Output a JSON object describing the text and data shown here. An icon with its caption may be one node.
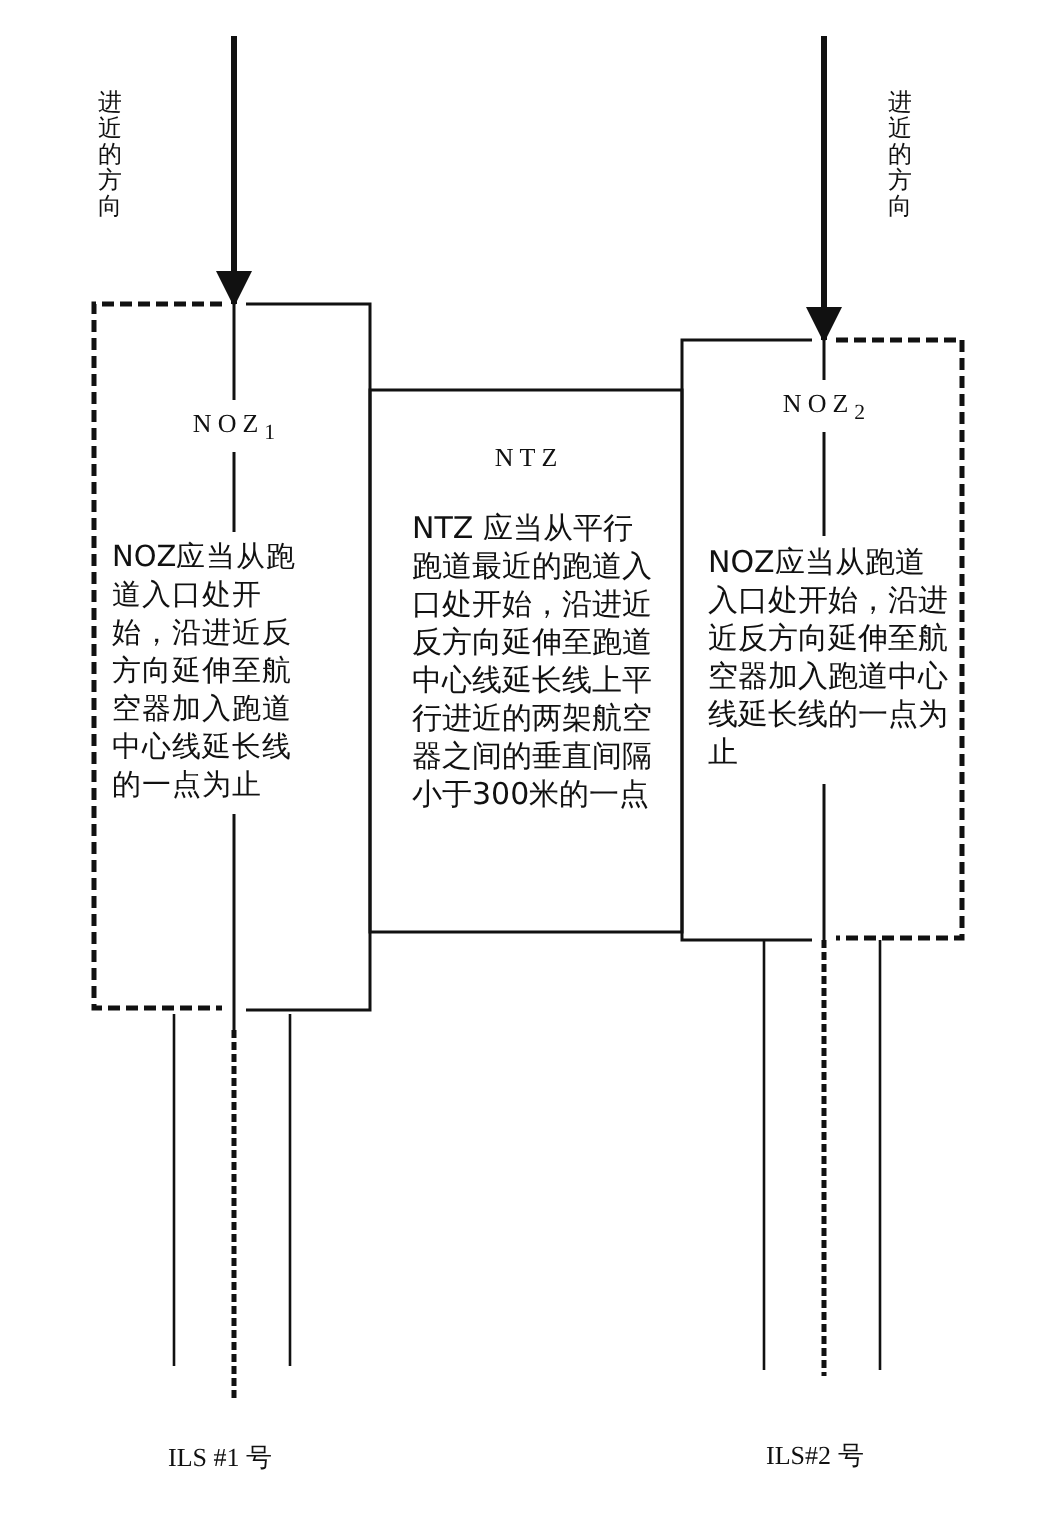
{
  "diagram": {
    "nodes": [
      {
        "text": [
          "NOZ$_{1}$",
          "NOZ应当从跑道入口处开始，沿进近反方向延伸至航空器加入跑道中心线延长线的一点为止"
        ]
      },
      {
        "text": [
          "NTZ",
          "NTZ 应当从平行跑道最近的跑道入口处开始，沿进近反方向延伸至跑道中心线延长线上平行进近的两架航空器之间的垂直间隔小于300米的一点"
        ]
      },
      {
        "text": [
          "NOZ$_{2}$",
          "NOZ应当从跑道入口处开始，沿进近反方向延伸至航空器加入跑道中心线延长线的一点为止"
        ]
      }
    ],
    "edges": [
      {
        "from": null,
        "to": 0,
        "arrow": "to"
      },
      {
        "from": null,
        "to": 2,
        "arrow": "to"
      }
    ],
    "labels": [
      "进近的方向",
      "进近的方向",
      "ILS #1 号",
      "ILS#2 号"
    ]
  }
}
